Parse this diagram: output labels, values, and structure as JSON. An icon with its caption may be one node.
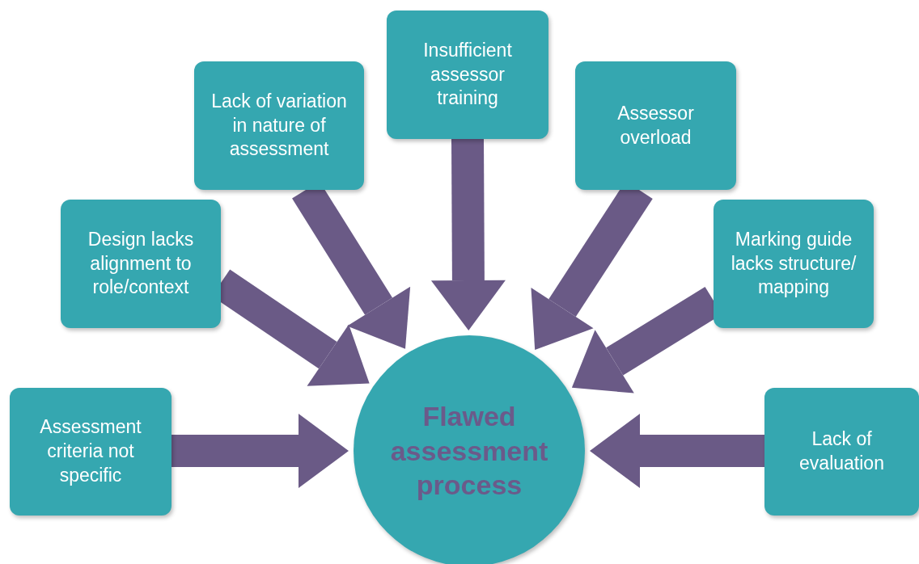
{
  "diagram": {
    "nodes": [
      {
        "text": [
          "Assessment criteria not specific"
        ]
      },
      {
        "text": [
          "Design lacks alignment to role/context"
        ]
      },
      {
        "text": [
          "Lack of variation in nature of assessment"
        ]
      },
      {
        "text": [
          "Insufficient assessor training"
        ]
      },
      {
        "text": [
          "Assessor overload"
        ]
      },
      {
        "text": [
          "Marking guide lacks structure/ mapping"
        ]
      },
      {
        "text": [
          "Lack of evaluation"
        ]
      },
      {
        "text": [
          "Flawed assessment process"
        ]
      }
    ],
    "edges": [
      {
        "from": 0,
        "to": 7,
        "arrow": "to"
      },
      {
        "from": 1,
        "to": 7,
        "arrow": "to"
      },
      {
        "from": 2,
        "to": 7,
        "arrow": "to"
      },
      {
        "from": 3,
        "to": 7,
        "arrow": "to"
      },
      {
        "from": 4,
        "to": 7,
        "arrow": "to"
      },
      {
        "from": 5,
        "to": 7,
        "arrow": "to"
      },
      {
        "from": 6,
        "to": 7,
        "arrow": "to"
      }
    ]
  }
}
